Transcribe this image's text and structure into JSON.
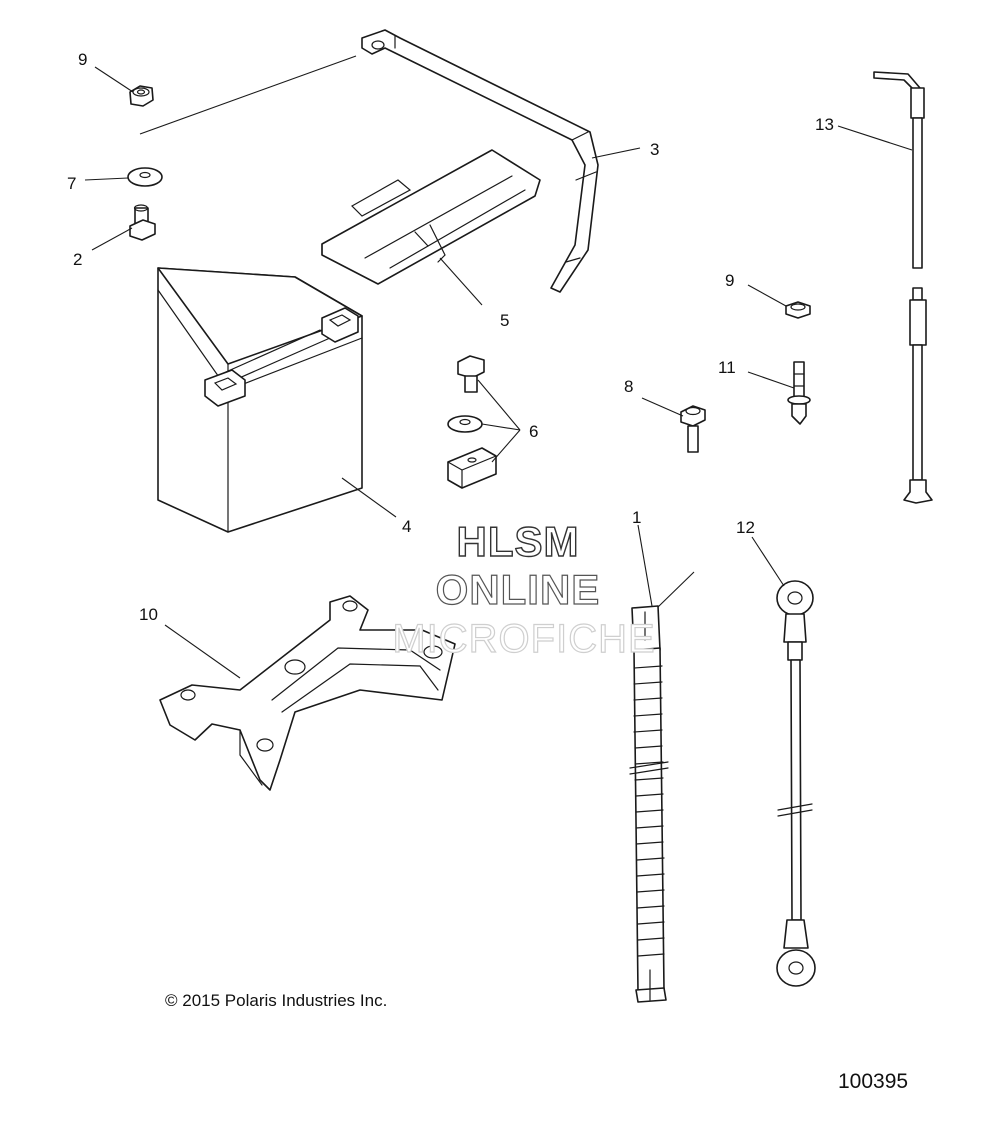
{
  "callouts": {
    "c1": "1",
    "c2": "2",
    "c3": "3",
    "c4": "4",
    "c5": "5",
    "c6": "6",
    "c7": "7",
    "c8": "8",
    "c9a": "9",
    "c9b": "9",
    "c10": "10",
    "c11": "11",
    "c12": "12",
    "c13": "13"
  },
  "watermark": {
    "line1": "HLSM",
    "line2": "ONLINE",
    "line3": "MICROFICHE"
  },
  "copyright": "© 2015 Polaris Industries Inc.",
  "figure_number": "100395"
}
